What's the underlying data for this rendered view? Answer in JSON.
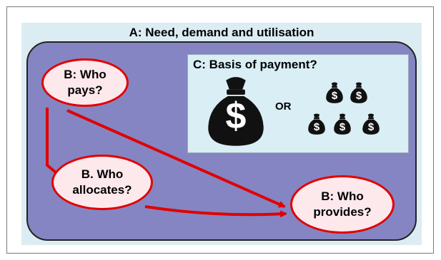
{
  "diagram": {
    "title": "A: Need, demand and utilisation",
    "payment_basis": {
      "title": "C: Basis of payment?",
      "or_label": "OR",
      "large_bag_symbol": "$",
      "small_bag_symbol": "$"
    },
    "nodes": {
      "pays": {
        "line1": "B: Who",
        "line2": "pays?"
      },
      "allocates": {
        "line1": "B. Who",
        "line2": "allocates?"
      },
      "provides": {
        "line1": "B: Who",
        "line2": "provides?"
      }
    },
    "edges": [
      {
        "from": "pays",
        "to": "provides"
      },
      {
        "from": "pays",
        "to": "allocates"
      },
      {
        "from": "allocates",
        "to": "provides"
      }
    ],
    "colors": {
      "outer_background": "#dcecf3",
      "main_area": "#8585c3",
      "payment_box": "#d9eef5",
      "bubble_fill": "#fde8ec",
      "arrow_red": "#e10000",
      "money_bag": "#111111"
    },
    "icons": [
      "large-money-bag-icon",
      "small-money-bag-icon"
    ]
  }
}
